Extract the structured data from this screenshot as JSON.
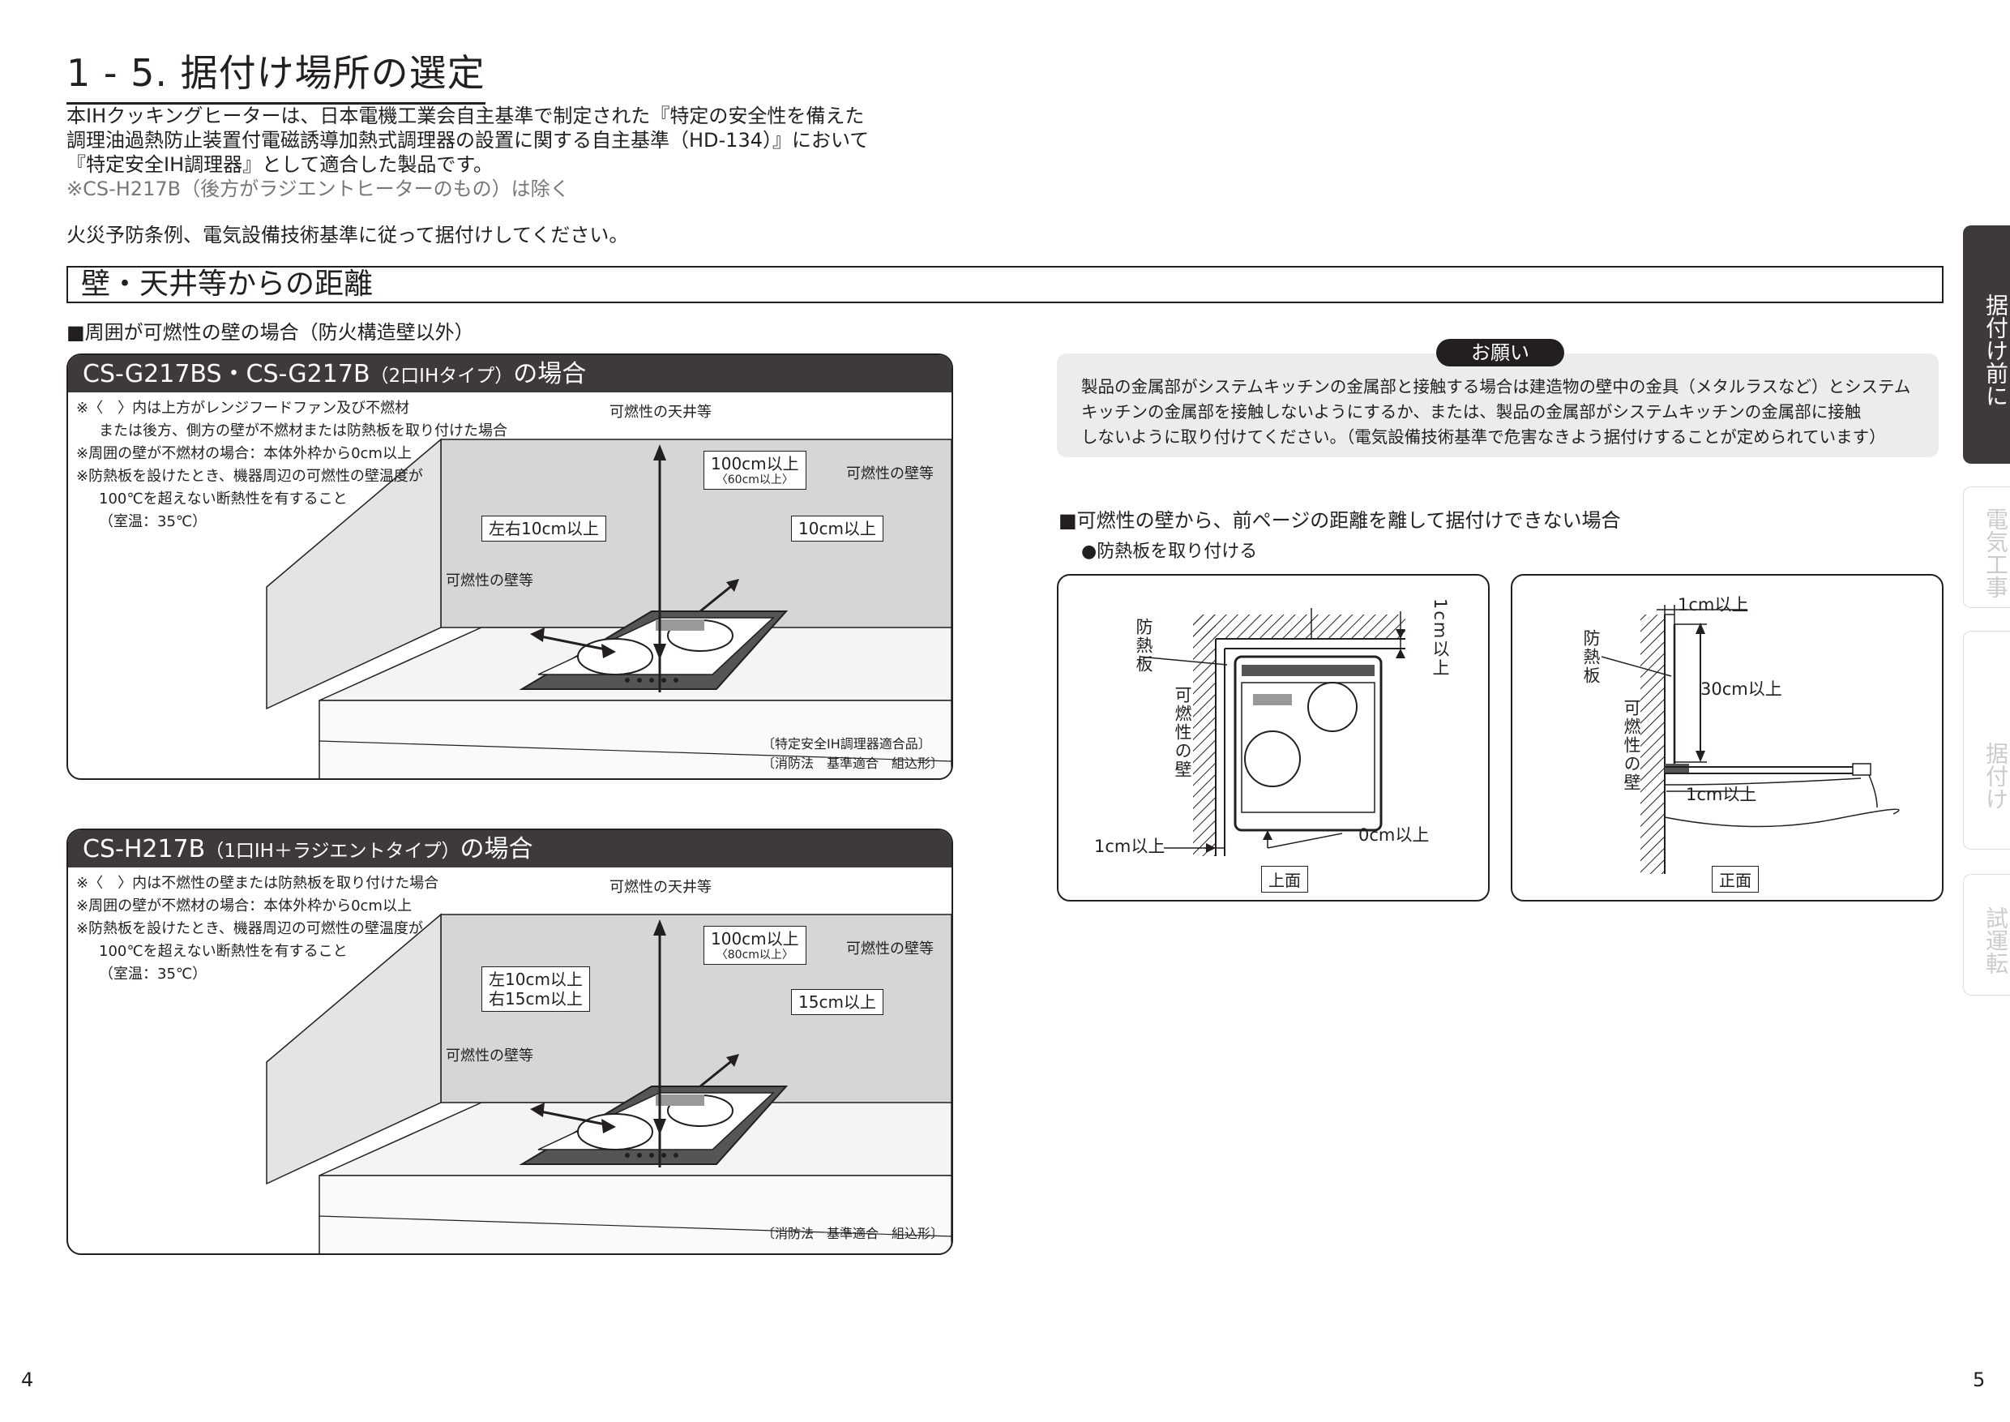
{
  "title": "1 - 5. 据付け場所の選定",
  "intro": {
    "line1": "本IHクッキングヒーターは、日本電機工業会自主基準で制定された『特定の安全性を備えた",
    "line2": "調理油過熱防止装置付電磁誘導加熱式調理器の設置に関する自主基準（HD-134）』において",
    "line3": "『特定安全IH調理器』として適合した製品です。",
    "note": "※CS-H217B（後方がラジエントヒーターのもの）は除く",
    "law": "火災予防条例、電気設備技術基準に従って据付けしてください。"
  },
  "section_title": "壁・天井等からの距離",
  "sub_heading_left": "■周囲が可燃性の壁の場合（防火構造壁以外）",
  "panel1": {
    "header_main": "CS-G217BS・CS-G217B",
    "header_sub": "（2口IHタイプ）",
    "header_tail": "の場合",
    "notes": [
      "※〈　〉内は上方がレンジフードファン及び不燃材",
      "または後方、側方の壁が不燃材または防熱板を取り付けた場合",
      "※周囲の壁が不燃材の場合：本体外枠から0cm以上",
      "※防熱板を設けたとき、機器周辺の可燃性の壁温度が",
      "100℃を超えない断熱性を有すること",
      "（室温：35℃）"
    ],
    "ceiling_label": "可燃性の天井等",
    "top_distance": "100cm以上",
    "top_distance_alt": "〈60cm以上〉",
    "wall_label_right": "可燃性の壁等",
    "side_distance": "左右10cm以上",
    "back_distance": "10cm以上",
    "wall_label_left": "可燃性の壁等",
    "footer1": "〔特定安全IH調理器適合品〕",
    "footer2": "〔消防法　基準適合　組込形〕"
  },
  "panel2": {
    "header_main": "CS-H217B",
    "header_sub": "（1口IH＋ラジエントタイプ）",
    "header_tail": "の場合",
    "notes": [
      "※〈　〉内は不燃性の壁または防熱板を取り付けた場合",
      "※周囲の壁が不燃材の場合：本体外枠から0cm以上",
      "※防熱板を設けたとき、機器周辺の可燃性の壁温度が",
      "100℃を超えない断熱性を有すること",
      "（室温：35℃）"
    ],
    "ceiling_label": "可燃性の天井等",
    "top_distance": "100cm以上",
    "top_distance_alt": "〈80cm以上〉",
    "wall_label_right": "可燃性の壁等",
    "side_distance_l": "左10cm以上",
    "side_distance_r": "右15cm以上",
    "back_distance": "15cm以上",
    "wall_label_left": "可燃性の壁等",
    "footer1": "〔消防法　基準適合　組込形〕"
  },
  "request": {
    "pill": "お願い",
    "line1": "製品の金属部がシステムキッチンの金属部と接触する場合は建造物の壁中の金具（メタルラスなど）とシステム",
    "line2": "キッチンの金属部を接触しないようにするか、または、製品の金属部がシステムキッチンの金属部に接触",
    "line3": "しないように取り付けてください。（電気設備技術基準で危害なきよう据付けすることが定められています）"
  },
  "sub_heading_right": "■可燃性の壁から、前ページの距離を離して据付けできない場合",
  "bullet": "●防熱板を取り付ける",
  "diagram_top": {
    "heat_plate": "防熱板",
    "wall": "可燃性の壁",
    "top_gap": "1cm以上",
    "left_gap": "1cm以上",
    "bottom_gap": "0cm以上",
    "caption": "上面"
  },
  "diagram_front": {
    "top_gap": "1cm以上",
    "heat_plate": "防熱板",
    "height": "30cm以上",
    "wall": "可燃性の壁",
    "bottom_gap": "1cm以上",
    "caption": "正面"
  },
  "tabs": [
    {
      "label": "据付け前に",
      "active": true
    },
    {
      "label": "電気工事",
      "active": false
    },
    {
      "label": "据付け",
      "active": false
    },
    {
      "label": "試運転",
      "active": false
    }
  ],
  "page_left": "4",
  "page_right": "5"
}
